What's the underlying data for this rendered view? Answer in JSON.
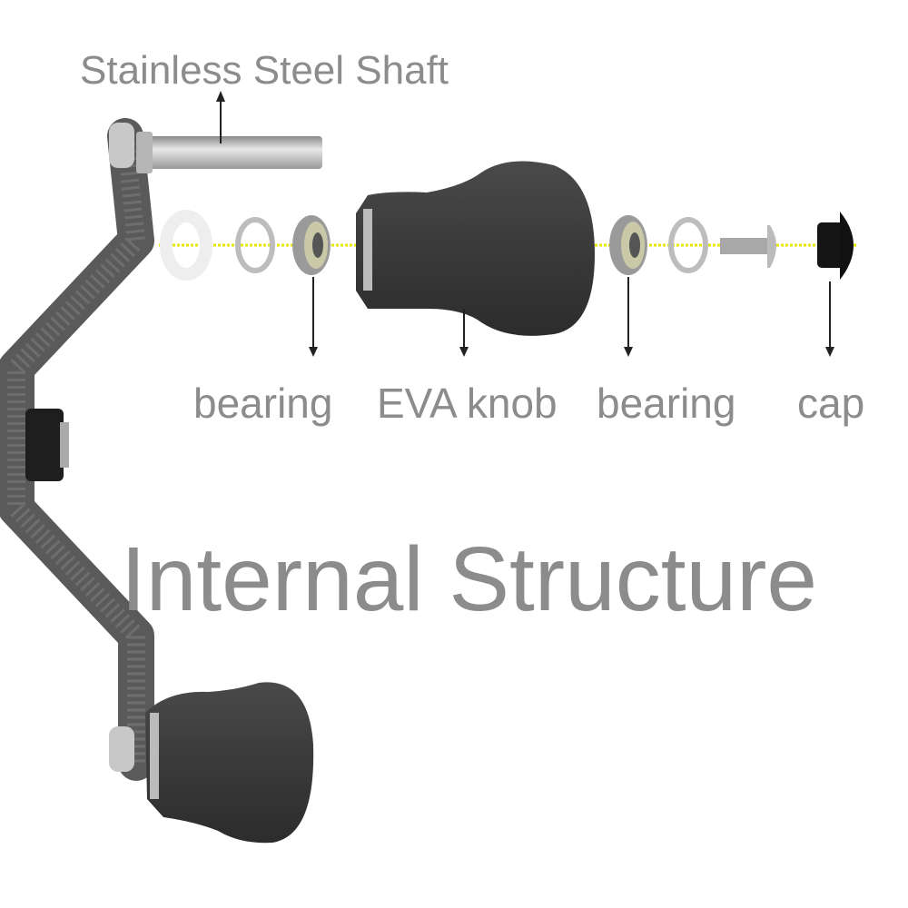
{
  "labels": {
    "shaft": "Stainless Steel Shaft",
    "bearing_left": "bearing",
    "knob": "EVA knob",
    "bearing_right": "bearing",
    "cap": "cap",
    "title": "Internal Structure"
  },
  "colors": {
    "text": "#8c8c8c",
    "knob": "#3e3e3e",
    "arm": "#5a5a5a",
    "axis_line": "#e6e600"
  }
}
